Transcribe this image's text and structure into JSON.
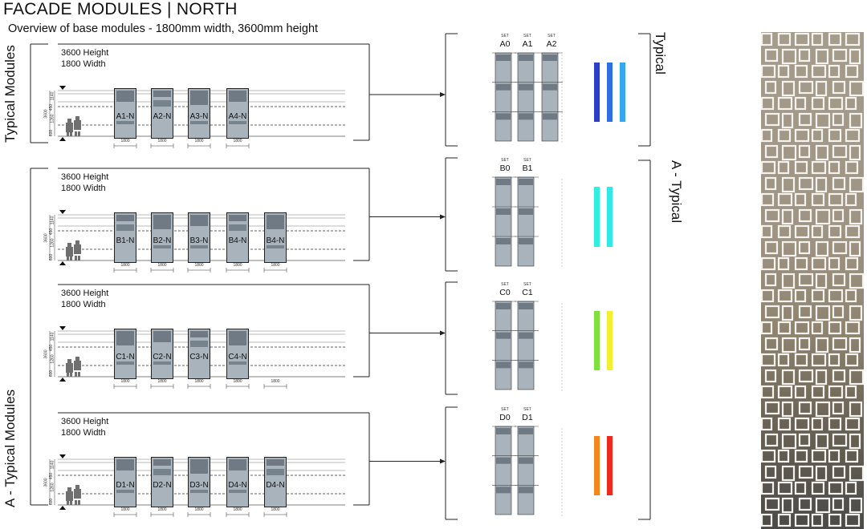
{
  "header": {
    "title": "FACADE MODULES | NORTH",
    "subtitle": "Overview of base modules - 1800mm width, 3600mm height"
  },
  "side_labels": {
    "left_top": "Typical Modules",
    "left_bottom": "A - Typical Modules",
    "right_top": "Typical",
    "right_bottom": "A - Typical"
  },
  "panels": [
    {
      "height_label": "3600 Height",
      "width_label": "1800 Width",
      "modules": [
        "A1-N",
        "A2-N",
        "A3-N",
        "A4-N"
      ],
      "widths": [
        "1800",
        "1800",
        "1800",
        "1800"
      ]
    },
    {
      "height_label": "3600 Height",
      "width_label": "1800 Width",
      "modules": [
        "B1-N",
        "B2-N",
        "B3-N",
        "B4-N",
        "B4-N"
      ],
      "widths": [
        "1800",
        "1800",
        "1800",
        "1800",
        "1800"
      ]
    },
    {
      "height_label": "3600 Height",
      "width_label": "1800 Width",
      "modules": [
        "C1-N",
        "C2-N",
        "C3-N",
        "C4-N"
      ],
      "widths": [
        "1800",
        "1800",
        "1800",
        "1800",
        "1800"
      ]
    },
    {
      "height_label": "3600 Height",
      "width_label": "1800 Width",
      "modules": [
        "D1-N",
        "D2-N",
        "D3-N",
        "D4-N",
        "D4-N"
      ],
      "widths": [
        "1800",
        "1800",
        "1800",
        "1800",
        "1800"
      ]
    }
  ],
  "dims_vertical": [
    "1140",
    "450",
    "1260",
    "600"
  ],
  "dim_total": "3600",
  "sets": [
    {
      "set_word": "SET",
      "names": [
        "A0",
        "A1",
        "A2"
      ],
      "colors": [
        "#2a3ec8",
        "#2f6ee6",
        "#35a6f0"
      ]
    },
    {
      "set_word": "SET",
      "names": [
        "B0",
        "B1"
      ],
      "colors": [
        "#2ff0e0",
        "#2fe8e8"
      ]
    },
    {
      "set_word": "SET",
      "names": [
        "C0",
        "C1"
      ],
      "colors": [
        "#7ee03a",
        "#f2ef2e"
      ]
    },
    {
      "set_word": "SET",
      "names": [
        "D0",
        "D1"
      ],
      "colors": [
        "#f7851e",
        "#f0281e"
      ]
    }
  ]
}
